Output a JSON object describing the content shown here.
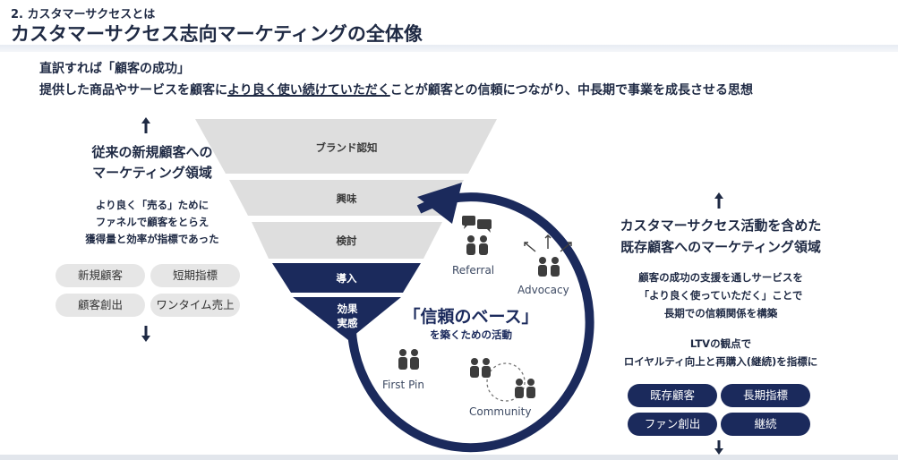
{
  "header": {
    "section": "2. カスタマーサクセスとは",
    "title": "カスタマーサクセス志向マーケティングの全体像"
  },
  "definition": {
    "line1": "直訳すれば「顧客の成功」",
    "line2_a": "提供した商品やサービスを顧客に",
    "line2_u": "より良く使い続けていただく",
    "line2_b": "ことが顧客との信頼につながり、中長期で事業を成長させる思想"
  },
  "left": {
    "title1": "従来の新規顧客への",
    "title2": "マーケティング領域",
    "desc1": "より良く「売る」ために",
    "desc2": "ファネルで顧客をとらえ",
    "desc3": "獲得量と効率が指標であった",
    "tags": [
      "新規顧客",
      "短期指標",
      "顧客創出",
      "ワンタイム売上"
    ]
  },
  "funnel": {
    "stages": [
      "ブランド認知",
      "興味",
      "検討",
      "導入"
    ],
    "last1": "効果",
    "last2": "実感"
  },
  "loop": {
    "center_title": "「信頼のベース」",
    "center_sub": "を築くための活動",
    "nodes": {
      "referral": "Referral",
      "advocacy": "Advocacy",
      "first_pin": "First Pin",
      "community": "Community"
    }
  },
  "right": {
    "title1": "カスタマーサクセス活動を含めた",
    "title2": "既存顧客へのマーケティング領域",
    "desc1": "顧客の成功の支援を通しサービスを",
    "desc2": "「より良く使っていただく」ことで",
    "desc3": "長期での信頼関係を構築",
    "desc4": "LTVの観点で",
    "desc5": "ロイヤルティ向上と再購入(継続)を指標に",
    "tags": [
      "既存顧客",
      "長期指標",
      "ファン創出",
      "継続"
    ]
  },
  "colors": {
    "navy": "#1b2a5c",
    "funnel_gray": "#dedede",
    "tag_gray": "#e6e6e6",
    "text": "#1f2a44"
  }
}
